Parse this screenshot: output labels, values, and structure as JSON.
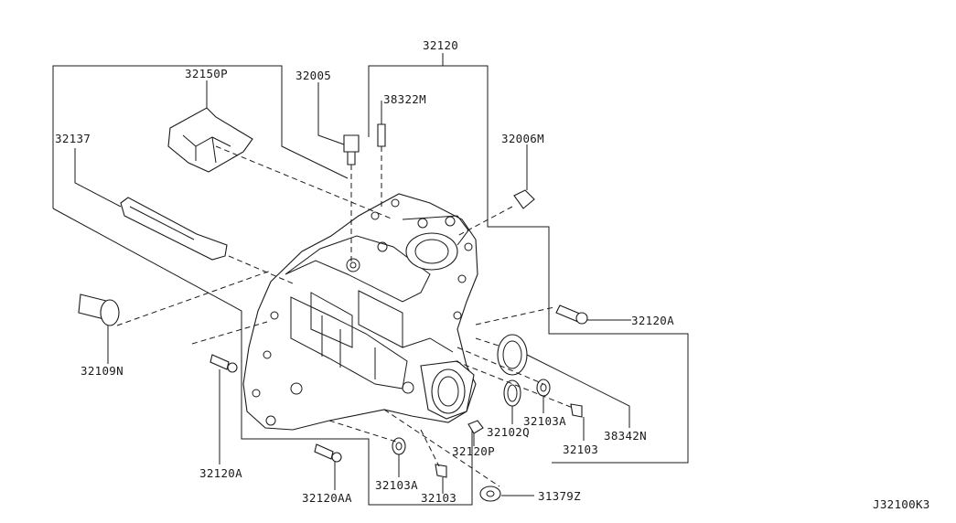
{
  "diagram_id": "J32100K3",
  "labels": {
    "p32120": "32120",
    "p32150P": "32150P",
    "p32005": "32005",
    "p38322M": "38322M",
    "p32137": "32137",
    "p32006M": "32006M",
    "p32120A_right": "32120A",
    "p32109N": "32109N",
    "p32120A_left": "32120A",
    "p32120AA": "32120AA",
    "p32103A_bottom": "32103A",
    "p32103_bottom": "32103",
    "p32120P": "32120P",
    "p32102Q": "32102Q",
    "p32103A_right": "32103A",
    "p32103_right": "32103",
    "p38342N": "38342N",
    "p31379Z": "31379Z"
  }
}
